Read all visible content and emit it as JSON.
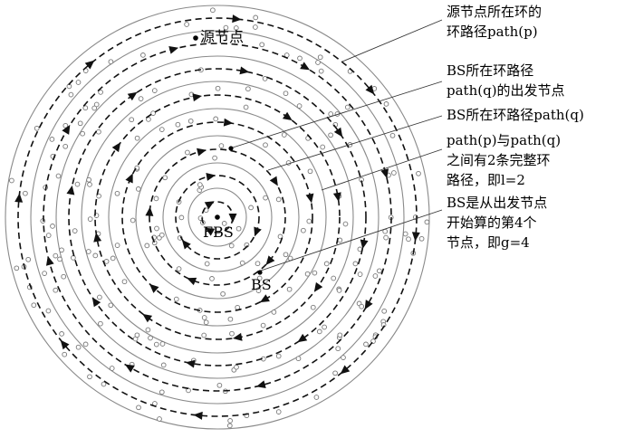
{
  "labels": {
    "source_node": "源节点",
    "fbs": "FBS",
    "bs": "BS"
  },
  "annotations": [
    {
      "id": "ann-source-ring-path",
      "lines": [
        "源节点所在环的",
        "环路径path(p)"
      ]
    },
    {
      "id": "ann-bs-start-node",
      "lines": [
        "BS所在环路径",
        "path(q)的出发节点"
      ]
    },
    {
      "id": "ann-bs-ring-path",
      "lines": [
        "BS所在环路径path(q)"
      ]
    },
    {
      "id": "ann-complete-paths",
      "lines": [
        "path(p)与path(q)",
        "之间有2条完整环",
        "路径，即l=2"
      ]
    },
    {
      "id": "ann-bs-fourth-node",
      "lines": [
        "BS是从出发节点",
        "开始算的第4个",
        "节点，即g=4"
      ]
    }
  ],
  "colors": {
    "ring": "#8a8a8a",
    "path": "#111111",
    "node": "#777777"
  }
}
